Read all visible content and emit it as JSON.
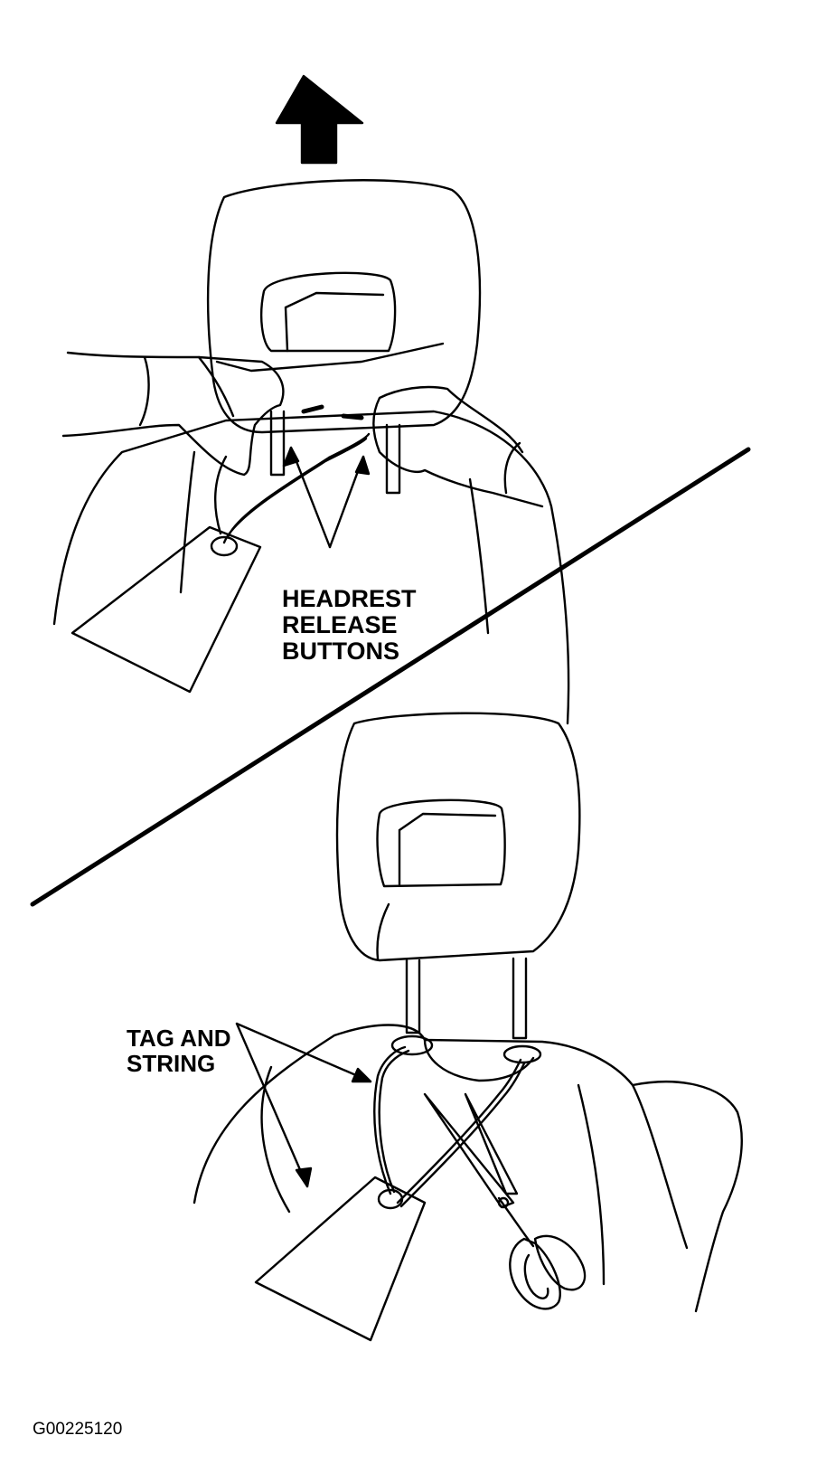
{
  "labels": {
    "headrest_release_buttons": [
      "HEADREST",
      "RELEASE",
      "BUTTONS"
    ],
    "tag_and_string": [
      "TAG AND",
      "STRING"
    ]
  },
  "figure_code": "G00225120",
  "colors": {
    "ink": "#000000",
    "paper": "#ffffff"
  }
}
